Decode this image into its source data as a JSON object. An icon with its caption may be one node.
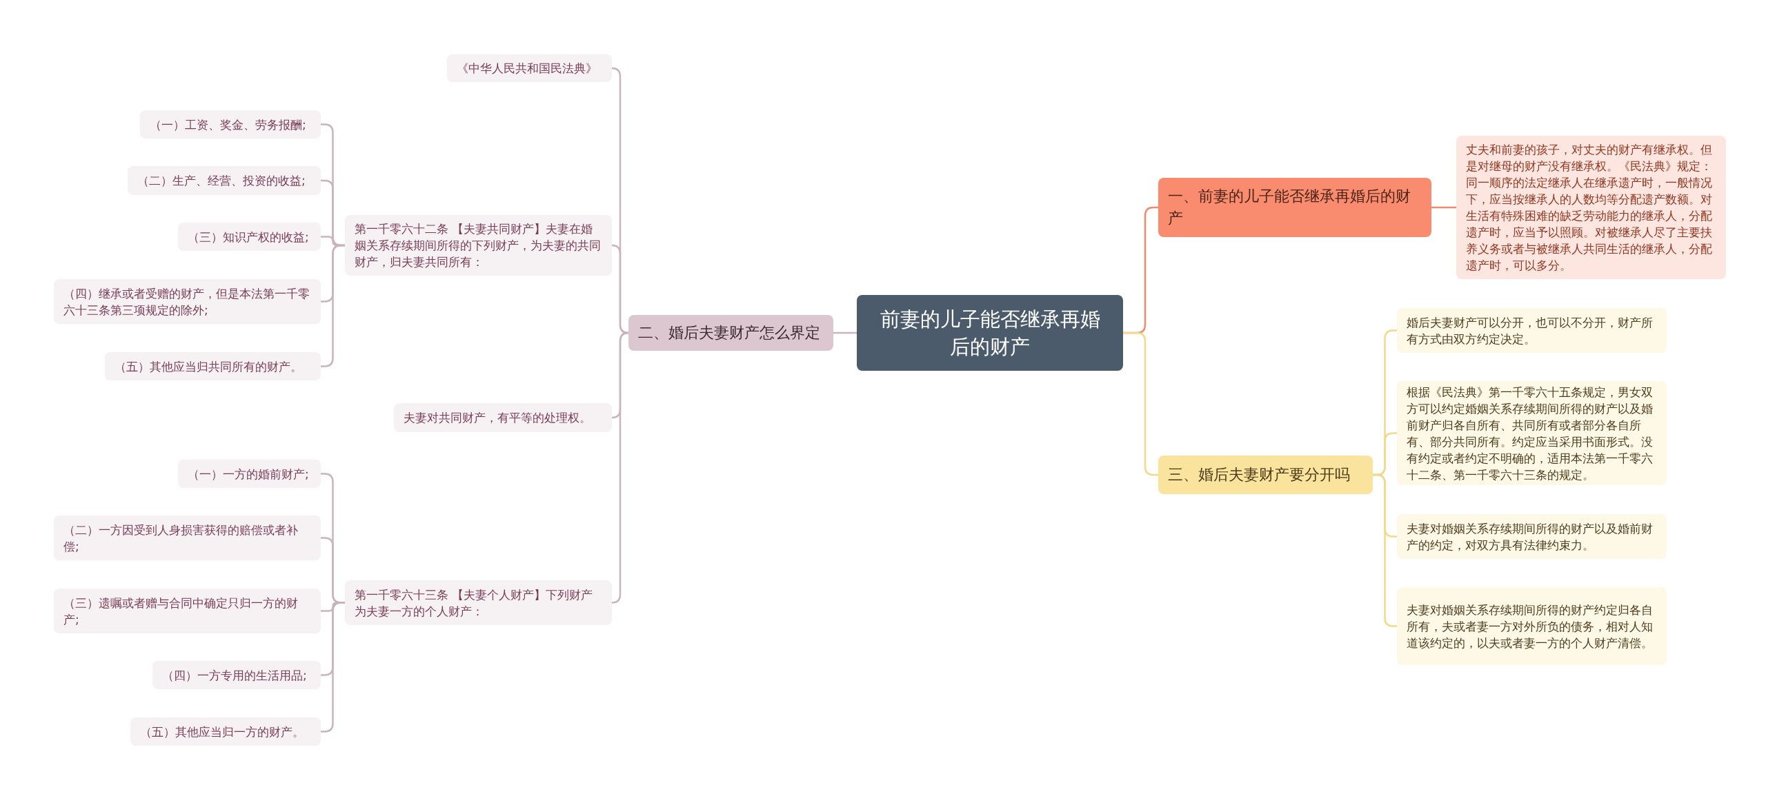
{
  "diagram": {
    "nodes": [
      {
        "text": [
          "前妻的儿子能否继承再婚后的财产"
        ]
      },
      {
        "text": [
          "一、前妻的儿子能否继承再婚后的财产"
        ]
      },
      {
        "text": [
          "丈夫和前妻的孩子，对丈夫的财产有继承权。但是对继母的财产没有继承权。《民法典》规定：同一顺序的法定继承人在继承遗产时，一般情况下，应当按继承人的人数均等分配遗产数额。对生活有特殊困难的缺乏劳动能力的继承人，分配遗产时，应当予以照顾。对被继承人尽了主要扶养义务或者与被继承人共同生活的继承人，分配遗产时，可以多分。"
        ]
      },
      {
        "text": [
          "二、婚后夫妻财产怎么界定"
        ]
      },
      {
        "text": [
          "《中华人民共和国民法典》"
        ]
      },
      {
        "text": [
          "第一千零六十二条 【夫妻共同财产】夫妻在婚姻关系存续期间所得的下列财产，为夫妻的共同财产，归夫妻共同所有："
        ]
      },
      {
        "text": [
          "（一）工资、奖金、劳务报酬;"
        ]
      },
      {
        "text": [
          "（二）生产、经营、投资的收益;"
        ]
      },
      {
        "text": [
          "（三）知识产权的收益;"
        ]
      },
      {
        "text": [
          "（四）继承或者受赠的财产，但是本法第一千零六十三条第三项规定的除外;"
        ]
      },
      {
        "text": [
          "（五）其他应当归共同所有的财产。"
        ]
      },
      {
        "text": [
          "夫妻对共同财产，有平等的处理权。"
        ]
      },
      {
        "text": [
          "第一千零六十三条 【夫妻个人财产】下列财产为夫妻一方的个人财产："
        ]
      },
      {
        "text": [
          "（一）一方的婚前财产;"
        ]
      },
      {
        "text": [
          "（二）一方因受到人身损害获得的赔偿或者补偿;"
        ]
      },
      {
        "text": [
          "（三）遗嘱或者赠与合同中确定只归一方的财产;"
        ]
      },
      {
        "text": [
          "（四）一方专用的生活用品;"
        ]
      },
      {
        "text": [
          "（五）其他应当归一方的财产。"
        ]
      },
      {
        "text": [
          "三、婚后夫妻财产要分开吗"
        ]
      },
      {
        "text": [
          "婚后夫妻财产可以分开，也可以不分开，财产所有方式由双方约定决定。"
        ]
      },
      {
        "text": [
          "根据《民法典》第一千零六十五条规定，男女双方可以约定婚姻关系存续期间所得的财产以及婚前财产归各自所有、共同所有或者部分各自所有、部分共同所有。约定应当采用书面形式。没有约定或者约定不明确的，适用本法第一千零六十二条、第一千零六十三条的规定。"
        ]
      },
      {
        "text": [
          "夫妻对婚姻关系存续期间所得的财产以及婚前财产的约定，对双方具有法律约束力。"
        ]
      },
      {
        "text": [
          "夫妻对婚姻关系存续期间所得的财产约定归各自所有，夫或者妻一方对外所负的债务，相对人知道该约定的，以夫或者妻一方的个人财产清偿。"
        ]
      }
    ],
    "edges": [
      {
        "from": 0,
        "to": 1,
        "arrow": "none",
        "color": "#ef8a6e"
      },
      {
        "from": 1,
        "to": 2,
        "arrow": "none",
        "color": "#ef8a6e"
      },
      {
        "from": 0,
        "to": 3,
        "arrow": "none"
      },
      {
        "from": 3,
        "to": 4,
        "arrow": "none"
      },
      {
        "from": 3,
        "to": 5,
        "arrow": "none"
      },
      {
        "from": 5,
        "to": 6,
        "arrow": "none"
      },
      {
        "from": 5,
        "to": 7,
        "arrow": "none"
      },
      {
        "from": 5,
        "to": 8,
        "arrow": "none"
      },
      {
        "from": 5,
        "to": 9,
        "arrow": "none"
      },
      {
        "from": 5,
        "to": 10,
        "arrow": "none"
      },
      {
        "from": 3,
        "to": 11,
        "arrow": "none"
      },
      {
        "from": 3,
        "to": 12,
        "arrow": "none"
      },
      {
        "from": 12,
        "to": 13,
        "arrow": "none"
      },
      {
        "from": 12,
        "to": 14,
        "arrow": "none"
      },
      {
        "from": 12,
        "to": 15,
        "arrow": "none"
      },
      {
        "from": 12,
        "to": 16,
        "arrow": "none"
      },
      {
        "from": 12,
        "to": 17,
        "arrow": "none"
      },
      {
        "from": 0,
        "to": 18,
        "arrow": "none",
        "color": "#f2d98a"
      },
      {
        "from": 18,
        "to": 19,
        "arrow": "none",
        "color": "#f2d98a"
      },
      {
        "from": 18,
        "to": 20,
        "arrow": "none",
        "color": "#f2d98a"
      },
      {
        "from": 18,
        "to": 21,
        "arrow": "none",
        "color": "#f2d98a"
      },
      {
        "from": 18,
        "to": 22,
        "arrow": "none",
        "color": "#f2d98a"
      }
    ]
  }
}
